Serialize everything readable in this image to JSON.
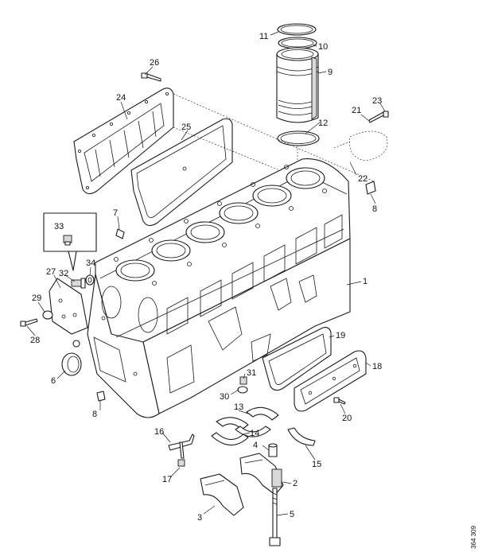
{
  "callouts": [
    {
      "id": "c1",
      "label": "1"
    },
    {
      "id": "c2",
      "label": "2"
    },
    {
      "id": "c3",
      "label": "3"
    },
    {
      "id": "c4",
      "label": "4"
    },
    {
      "id": "c5",
      "label": "5"
    },
    {
      "id": "c6",
      "label": "6"
    },
    {
      "id": "c7",
      "label": "7"
    },
    {
      "id": "c8a",
      "label": "8"
    },
    {
      "id": "c8b",
      "label": "8"
    },
    {
      "id": "c9",
      "label": "9"
    },
    {
      "id": "c10",
      "label": "10"
    },
    {
      "id": "c11",
      "label": "11"
    },
    {
      "id": "c12",
      "label": "12"
    },
    {
      "id": "c13",
      "label": "13"
    },
    {
      "id": "c14",
      "label": "14"
    },
    {
      "id": "c15",
      "label": "15"
    },
    {
      "id": "c16",
      "label": "16"
    },
    {
      "id": "c17",
      "label": "17"
    },
    {
      "id": "c18",
      "label": "18"
    },
    {
      "id": "c19",
      "label": "19"
    },
    {
      "id": "c20",
      "label": "20"
    },
    {
      "id": "c21",
      "label": "21"
    },
    {
      "id": "c22",
      "label": "22"
    },
    {
      "id": "c23",
      "label": "23"
    },
    {
      "id": "c24",
      "label": "24"
    },
    {
      "id": "c25",
      "label": "25"
    },
    {
      "id": "c26",
      "label": "26"
    },
    {
      "id": "c27",
      "label": "27"
    },
    {
      "id": "c28",
      "label": "28"
    },
    {
      "id": "c29",
      "label": "29"
    },
    {
      "id": "c30",
      "label": "30"
    },
    {
      "id": "c31",
      "label": "31"
    },
    {
      "id": "c32",
      "label": "32"
    },
    {
      "id": "c33",
      "label": "33"
    },
    {
      "id": "c34",
      "label": "34"
    }
  ],
  "document_ref": "364 309"
}
